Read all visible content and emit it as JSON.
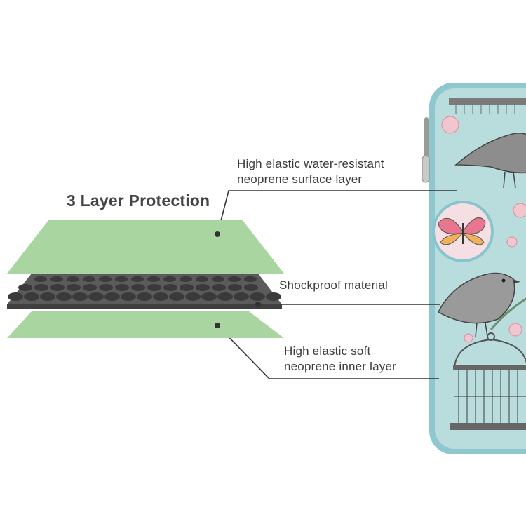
{
  "title": "3 Layer Protection",
  "layers": [
    {
      "id": "outer",
      "lines": [
        "High elastic water-resistant",
        "neoprene surface layer"
      ],
      "color": "#a9d6a0"
    },
    {
      "id": "shock",
      "lines": [
        "Shockproof material"
      ],
      "color": "#5b5b5b"
    },
    {
      "id": "inner",
      "lines": [
        "High elastic soft",
        "neoprene inner layer"
      ],
      "color": "#a9d6a0"
    }
  ],
  "colors": {
    "sleeve": "#b9dcdc",
    "sleeve_edge": "#8fc7cf",
    "leader": "#333333",
    "dimple": "#3a3a3a"
  }
}
